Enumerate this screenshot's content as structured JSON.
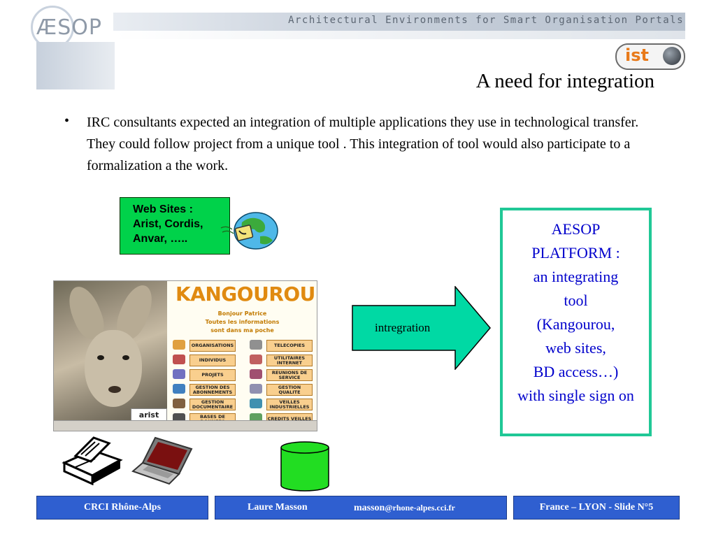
{
  "header": {
    "logo_text": "ÆSOP",
    "banner_title": "Architectural Environments for Smart Organisation Portals",
    "badge_text": "ist",
    "colors": {
      "banner": "#c9d1dc",
      "badge_orange": "#e87a1a"
    }
  },
  "slide": {
    "title": "A need for integration",
    "bullet": "IRC consultants expected an integration of multiple applications they use in technological transfer. They could follow project from a unique tool . This integration of tool would also participate to a formalization a the work."
  },
  "web_box": {
    "text": "Web Sites :\nArist, Cordis,\nAnvar, …..",
    "color": "#00d24a",
    "icon": "globe-icon"
  },
  "kangourou": {
    "title": "KANGOUROU",
    "greeting": "Bonjour Patrice",
    "line2": "Toutes les informations",
    "line3": "sont dans ma poche",
    "logo": "arist",
    "buttons_left": [
      "ORGANISATIONS",
      "INDIVIDUS",
      "PROJETS",
      "GESTION DES ABONNEMENTS",
      "GESTION DOCUMENTAIRE",
      "BASES DE DONNEES"
    ],
    "buttons_right": [
      "TELECOPIES",
      "UTILITAIRES INTERNET",
      "REUNIONS DE SERVICE",
      "GESTION QUALITE",
      "VEILLES INDUSTRIELLES",
      "CREDITS VEILLES"
    ]
  },
  "arrow": {
    "label": "intregration",
    "color": "#00d9a4"
  },
  "platform": {
    "text": "AESOP\nPLATFORM :\nan integrating\ntool\n(Kangourou,\nweb sites,\nBD access…)\nwith single sign on",
    "border_color": "#20c896",
    "text_color": "#0000cc"
  },
  "devices": [
    "printer-icon",
    "laptop-icon",
    "database-icon"
  ],
  "footer": {
    "left": "CRCI Rhône-Alps",
    "center_name": "Laure Masson",
    "center_email_user": "masson",
    "center_email_domain": "@rhone-alpes.cci.fr",
    "right": "France – LYON - Slide N°5",
    "color": "#2f5fd0"
  }
}
